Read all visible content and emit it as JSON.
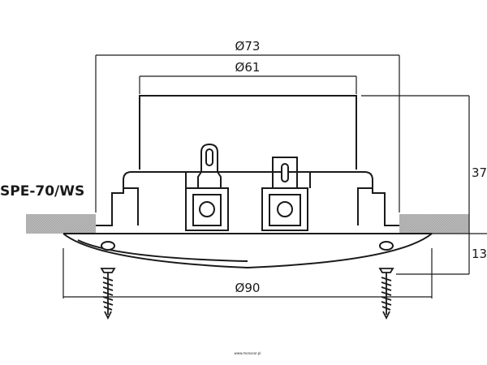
{
  "model_label": "SPE-70/WS",
  "dimensions": {
    "outer_diameter": "Ø73",
    "inner_diameter": "Ø61",
    "flange_diameter": "Ø90",
    "height": "37",
    "flange_height": "13"
  },
  "watermark": "www.monacor.pl"
}
